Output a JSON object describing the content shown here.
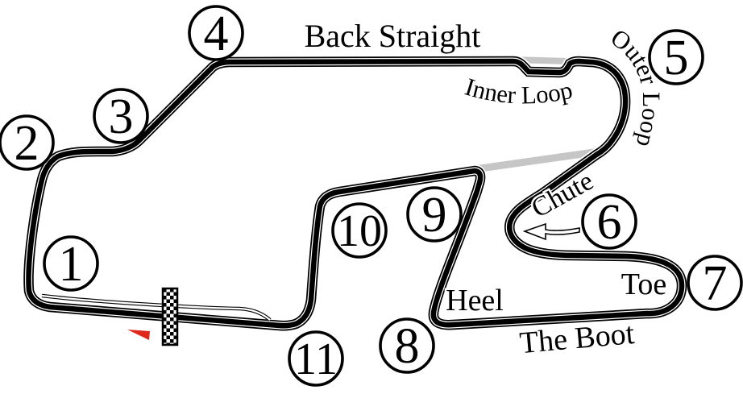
{
  "map": {
    "region_labels": {
      "back_straight": "Back Straight",
      "inner_loop": "Inner Loop",
      "outer_loop": "Outer Loop",
      "chute": "Chute",
      "toe": "Toe",
      "heel": "Heel",
      "the_boot": "The Boot"
    },
    "turns": [
      "1",
      "2",
      "3",
      "4",
      "5",
      "6",
      "7",
      "8",
      "9",
      "10",
      "11"
    ],
    "colors": {
      "track": "#000000",
      "alternate_route": "#c6c6c6",
      "start_direction_arrow": "#e0251b",
      "background": "#ffffff"
    },
    "icons": {
      "start_finish": "checkered-strip-icon",
      "race_direction": "red-arrow-left-icon",
      "turn6_direction": "white-arrow-left-icon"
    }
  }
}
